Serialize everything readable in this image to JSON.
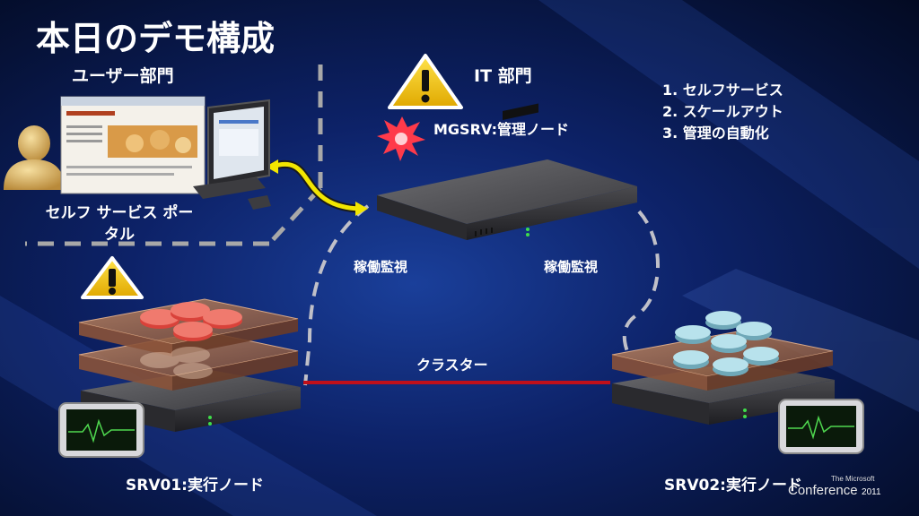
{
  "title": "本日のデモ構成",
  "user_dept": "ユーザー部門",
  "it_dept": "IT 部門",
  "mgsrv_label": "MGSRV:管理ノード",
  "features": [
    "1. セルフサービス",
    "2. スケールアウト",
    "3. 管理の自動化"
  ],
  "portal_label": "セルフ サービス ポータル",
  "monitor_left": "稼働監視",
  "monitor_right": "稼働監視",
  "cluster_label": "クラスター",
  "srv01_label": "SRV01:実行ノード",
  "srv02_label": "SRV02:実行ノード",
  "conference": {
    "small": "The Microsoft",
    "big": "Conference",
    "year": "2011"
  },
  "colors": {
    "background": "#0d2268",
    "warning": "#f2c200",
    "cluster_line": "#c0101a",
    "link": "#f2e600",
    "vm_red": "#d9423a",
    "vm_cyan": "#9fd0dc"
  }
}
